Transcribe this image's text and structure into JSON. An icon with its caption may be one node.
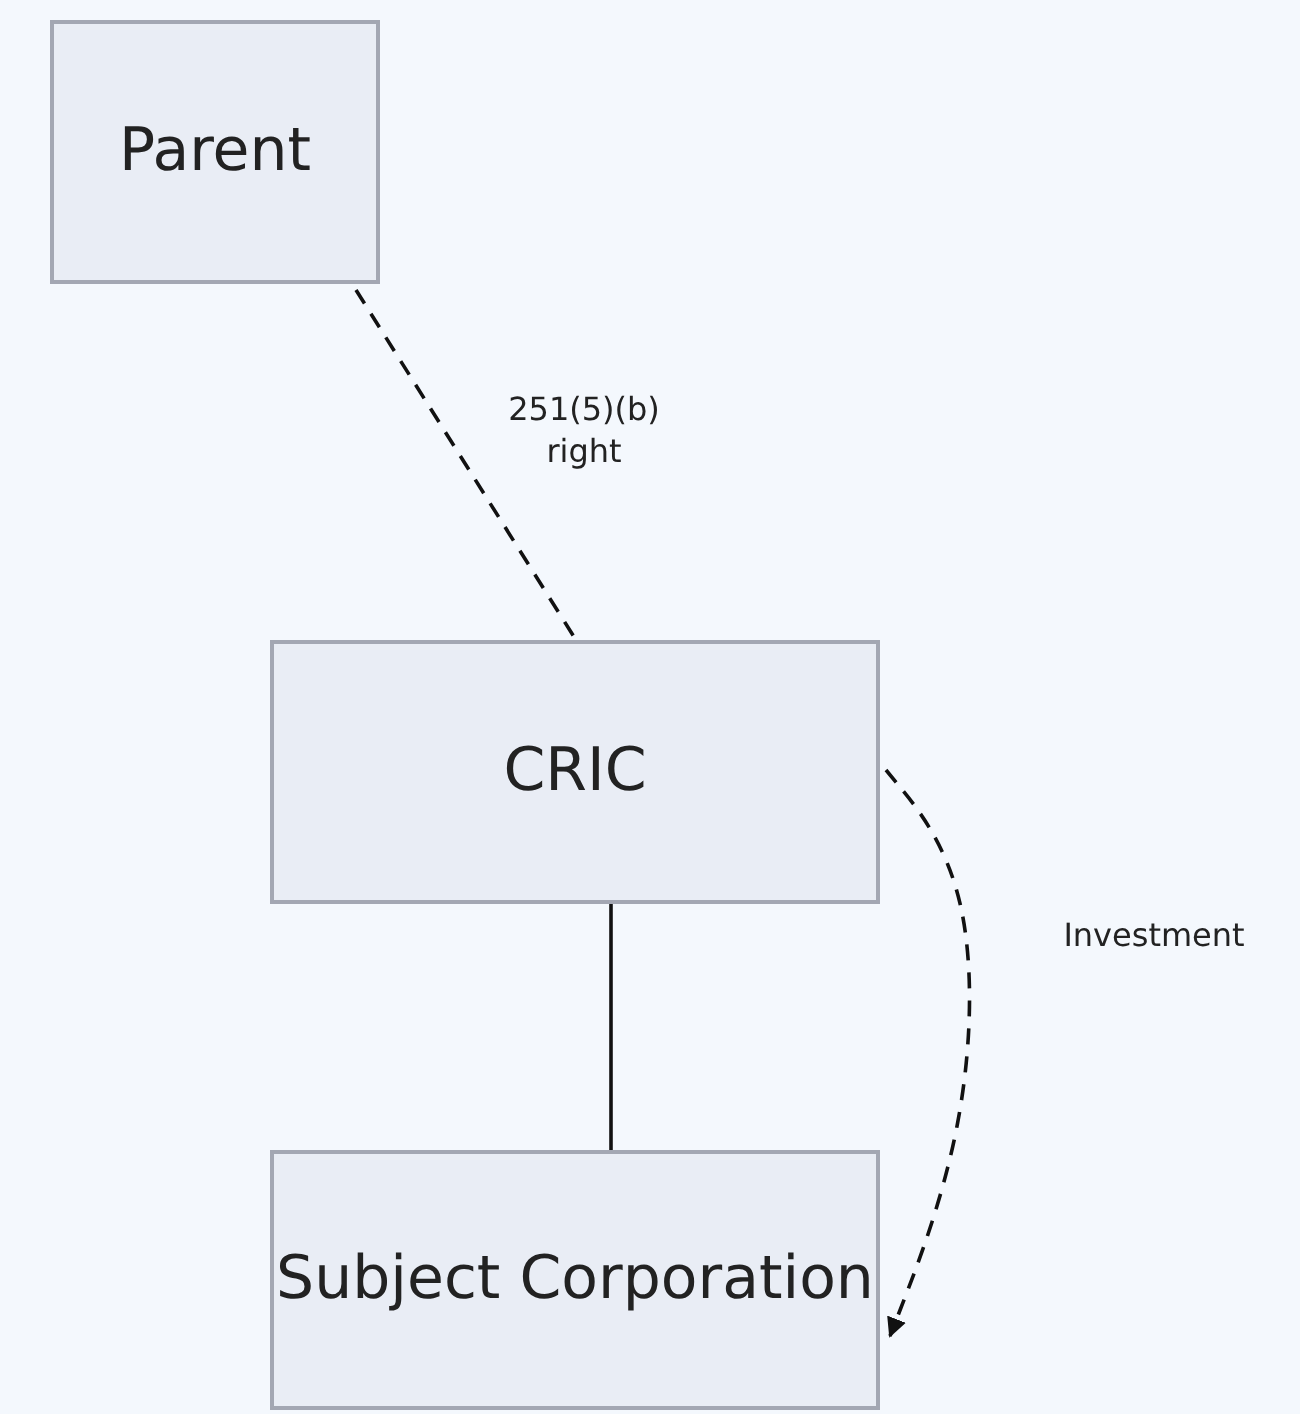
{
  "diagram": {
    "nodes": [
      {
        "text": [
          "Parent"
        ]
      },
      {
        "text": [
          "CRIC"
        ]
      },
      {
        "text": [
          "Subject Corporation"
        ]
      }
    ],
    "edges": [
      {
        "from": 0,
        "to": 1,
        "arrow": "none",
        "style": "dashed",
        "label": "251(5)(b) right"
      },
      {
        "from": 1,
        "to": 2,
        "arrow": "none"
      },
      {
        "from": 1,
        "to": 2,
        "arrow": "to",
        "style": "dashed",
        "label": "Investment"
      }
    ]
  }
}
